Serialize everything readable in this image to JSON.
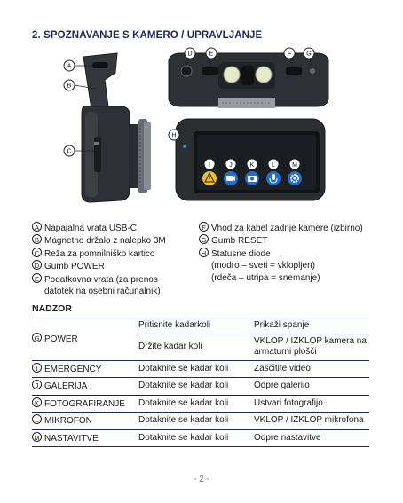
{
  "title": "2. SPOZNAVANJE S KAMERO / UPRAVLJANJE",
  "callouts": {
    "A": "A",
    "B": "B",
    "C": "C",
    "D": "D",
    "E": "E",
    "F": "F",
    "G": "G",
    "H": "H",
    "I": "I",
    "J": "J",
    "K": "K",
    "L": "L",
    "M": "M"
  },
  "legend_left": [
    {
      "letter": "A",
      "text": "Napajalna vrata USB-C"
    },
    {
      "letter": "B",
      "text": "Magnetno držalo z nalepko 3M"
    },
    {
      "letter": "C",
      "text": "Reža za pomnilniško kartico"
    },
    {
      "letter": "D",
      "text": "Gumb POWER"
    },
    {
      "letter": "E",
      "text": "Podatkovna vrata (za prenos",
      "cont": "datotek na osebni računalnik)"
    }
  ],
  "legend_right": [
    {
      "letter": "F",
      "text": "Vhod za kabel zadnje kamere (izbirno)"
    },
    {
      "letter": "G",
      "text": "Gumb RESET"
    },
    {
      "letter": "H",
      "text": "Statusne diode",
      "cont": "(modro – sveti = vklopljen)",
      "cont2": "(rdeča – utripa = snemanje)"
    }
  ],
  "section_title": "NADZOR",
  "table": {
    "power": {
      "letter": "G",
      "label": "POWER",
      "rows": [
        {
          "action": "Pritisnite kadarkoli",
          "result": "Prikaži spanje"
        },
        {
          "action": "Držite kadar koli",
          "result": "VKLOP / IZKLOP kamera na armaturni plošči"
        }
      ]
    },
    "rows": [
      {
        "letter": "I",
        "label": "EMERGENCY",
        "action": "Dotaknite se kadar koli",
        "result": "Zaščitite video"
      },
      {
        "letter": "J",
        "label": "GALERIJA",
        "action": "Dotaknite se kadar koli",
        "result": "Odpre galerijo"
      },
      {
        "letter": "K",
        "label": "FOTOGRAFIRANJE",
        "action": "Dotaknite se kadar koli",
        "result": "Ustvari fotografijo"
      },
      {
        "letter": "L",
        "label": "MIKROFON",
        "action": "Dotaknite se kadar koli",
        "result": "VKLOP / IZKLOP mikrofona"
      },
      {
        "letter": "M",
        "label": "NASTAVITVE",
        "action": "Dotaknite se kadar koli",
        "result": "Odpre nastavitve"
      }
    ]
  },
  "page_number": "- 2 -",
  "icons": [
    "warning-icon",
    "video-icon",
    "camera-icon",
    "microphone-icon",
    "gear-icon"
  ],
  "colors": {
    "title": "#1c2a5c",
    "button_blue": "#1e6fd0",
    "warning_yellow": "#f2c21b",
    "device": "#2b2d31"
  }
}
